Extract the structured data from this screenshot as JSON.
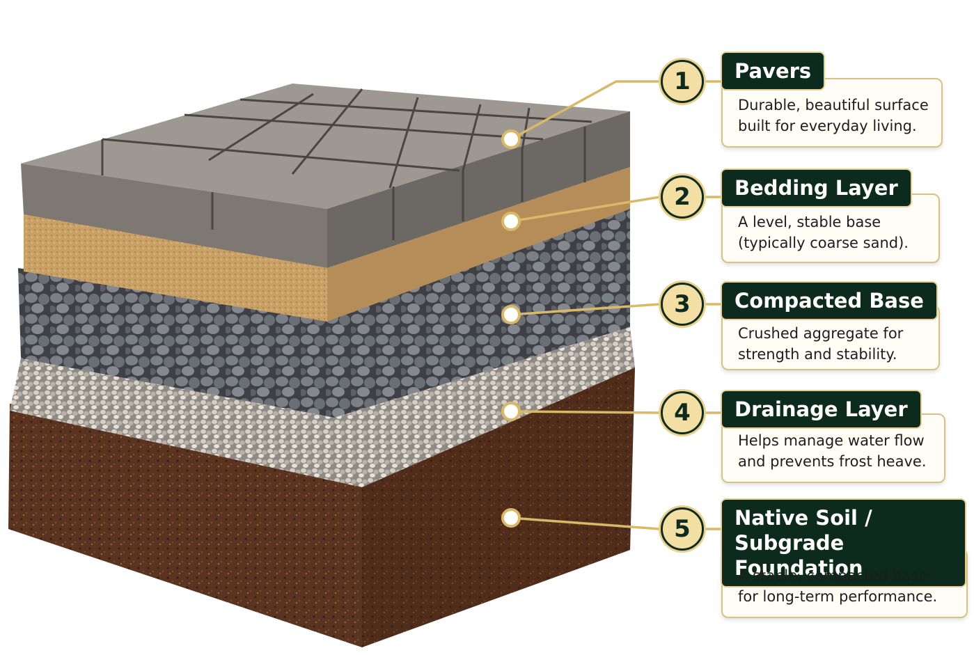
{
  "layers": [
    {
      "number": "1",
      "title": "Pavers",
      "description": "Durable, beautiful surface\nbuilt for everyday living."
    },
    {
      "number": "2",
      "title": "Bedding Layer",
      "description": "A level, stable base\n(typically coarse sand)."
    },
    {
      "number": "3",
      "title": "Compacted Base",
      "description": "Crushed aggregate for\nstrength and stability."
    },
    {
      "number": "4",
      "title": "Drainage Layer",
      "description": "Helps manage water flow\nand prevents frost heave."
    },
    {
      "number": "5",
      "title": "Native Soil /\nSubgrade Foundation",
      "description": "A stable, compacted base\nfor long-term performance."
    }
  ],
  "colors": {
    "card_title_bg": "#0d2a1e",
    "badge_fill": "#f3dfa4",
    "leader_line": "#d9b968",
    "paver": "#8b8680",
    "sand": "#c9a066",
    "aggregate": "#6f737a",
    "drainage": "#b3aca2",
    "soil": "#5a3420"
  }
}
